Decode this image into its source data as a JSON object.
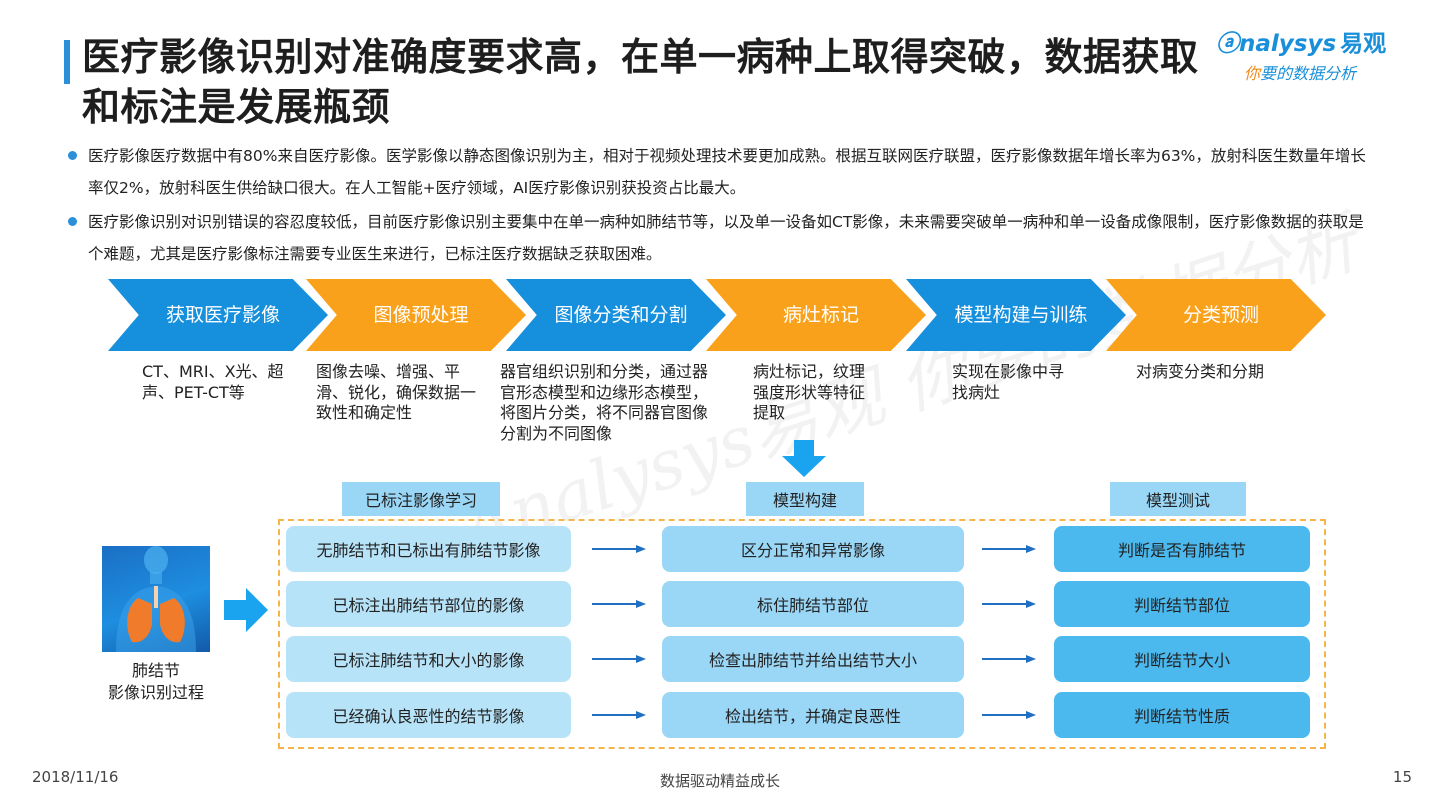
{
  "title": "医疗影像识别对准确度要求高，在单一病种上取得突破，数据获取和标注是发展瓶颈",
  "logo": {
    "brand": "nalysys",
    "brand_cn": "易观",
    "slogan_first": "你",
    "slogan_rest": "要的数据分析"
  },
  "watermark": "Analysys易观 你要的数据分析",
  "bullets": [
    "医疗影像医疗数据中有80%来自医疗影像。医学影像以静态图像识别为主，相对于视频处理技术要更加成熟。根据互联网医疗联盟，医疗影像数据年增长率为63%，放射科医生数量年增长率仅2%，放射科医生供给缺口很大。在人工智能+医疗领域，AI医疗影像识别获投资占比最大。",
    "医疗影像识别对识别错误的容忍度较低，目前医疗影像识别主要集中在单一病种如肺结节等，以及单一设备如CT影像，未来需要突破单一病种和单一设备成像限制，医疗影像数据的获取是个难题，尤其是医疗影像标注需要专业医生来进行，已标注医疗数据缺乏获取困难。"
  ],
  "steps": [
    {
      "label": "获取医疗影像",
      "desc": "CT、MRI、X光、超声、PET-CT等"
    },
    {
      "label": "图像预处理",
      "desc": "图像去噪、增强、平滑、锐化，确保数据一致性和确定性"
    },
    {
      "label": "图像分类和分割",
      "desc": "器官组织识别和分类，通过器官形态模型和边缘形态模型，将图片分类，将不同器官图像分割为不同图像"
    },
    {
      "label": "病灶标记",
      "desc": "病灶标记，纹理强度形状等特征提取"
    },
    {
      "label": "模型构建与训练",
      "desc": "实现在影像中寻找病灶"
    },
    {
      "label": "分类预测",
      "desc": "对病变分类和分期"
    }
  ],
  "columns": [
    {
      "header": "已标注影像学习",
      "items": [
        "无肺结节和已标出有肺结节影像",
        "已标注出肺结节部位的影像",
        "已标注肺结节和大小的影像",
        "已经确认良恶性的结节影像"
      ]
    },
    {
      "header": "模型构建",
      "items": [
        "区分正常和异常影像",
        "标住肺结节部位",
        "检查出肺结节并给出结节大小",
        "检出结节，并确定良恶性"
      ]
    },
    {
      "header": "模型测试",
      "items": [
        "判断是否有肺结节",
        "判断结节部位",
        "判断结节大小",
        "判断结节性质"
      ]
    }
  ],
  "lung_caption_line1": "肺结节",
  "lung_caption_line2": "影像识别过程",
  "footer": {
    "date": "2018/11/16",
    "center": "数据驱动精益成长",
    "page": "15"
  },
  "colors": {
    "blue": "#168fdc",
    "orange": "#f9a11b",
    "accent": "#2b8fd9"
  }
}
